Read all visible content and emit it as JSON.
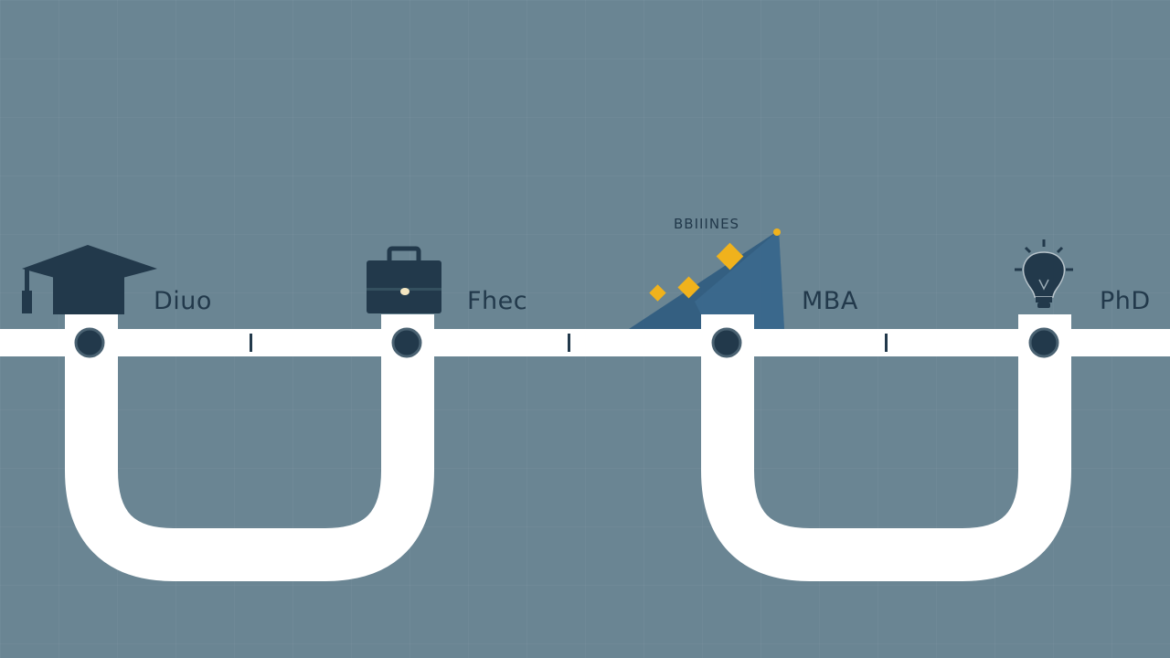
{
  "timeline": {
    "milestones": [
      {
        "label": "Diuo",
        "icon": "graduation-cap-icon"
      },
      {
        "label": "Fhec",
        "icon": "briefcase-icon"
      },
      {
        "label": "MBA",
        "icon": "growth-chart-icon"
      },
      {
        "label": "PhD",
        "icon": "lightbulb-icon"
      }
    ],
    "growth_caption": "BBIIINES"
  },
  "colors": {
    "background": "#6a8593",
    "track": "#ffffff",
    "node": "#22394b",
    "accent": "#f0b21c",
    "wedge": "#2f5b80"
  }
}
